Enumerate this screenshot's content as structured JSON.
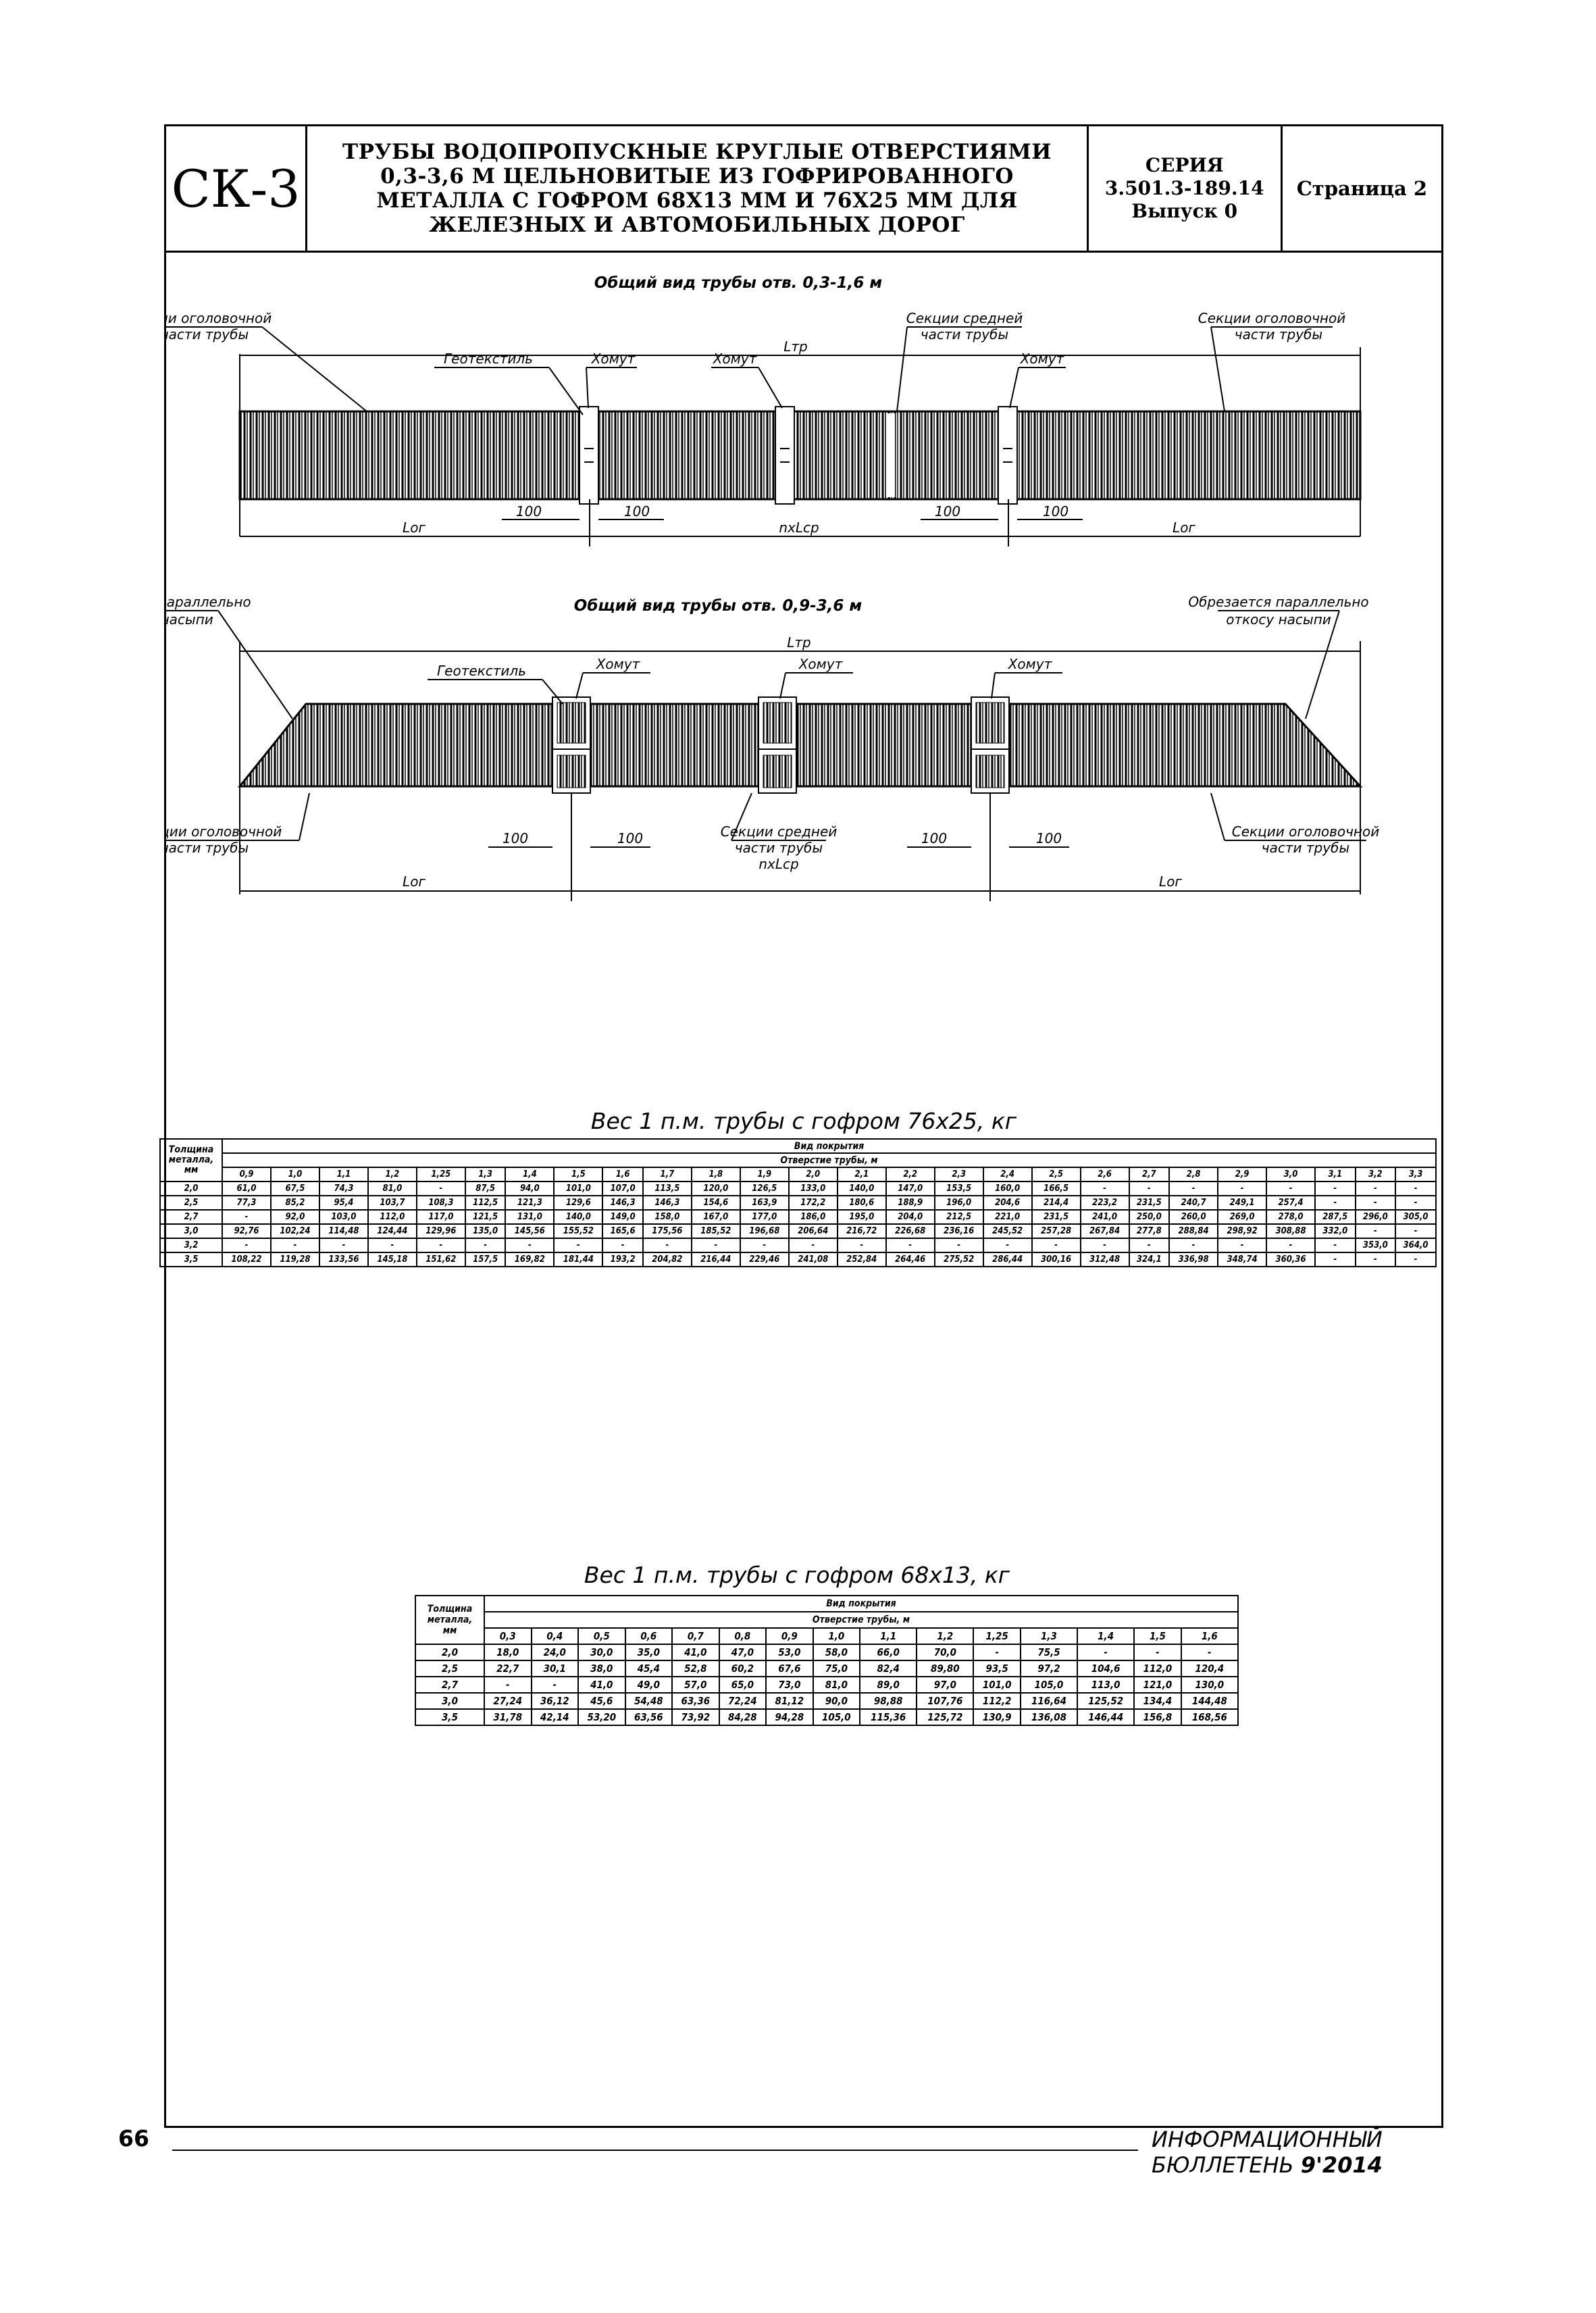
{
  "stamp": {
    "code": "СК-3",
    "title": "ТРУБЫ ВОДОПРОПУСКНЫЕ КРУГЛЫЕ ОТВЕРСТИЯМИ 0,3-3,6 М ЦЕЛЬНОВИТЫЕ ИЗ ГОФРИРОВАННОГО МЕТАЛЛА С ГОФРОМ 68Х13 ММ И 76Х25 ММ ДЛЯ ЖЕЛЕЗНЫХ И АВТОМОБИЛЬНЫХ ДОРОГ",
    "series_label": "СЕРИЯ",
    "series_number": "3.501.3-189.14",
    "issue": "Выпуск 0",
    "page": "Страница 2"
  },
  "view1": {
    "title": "Общий вид трубы отв. 0,3-1,6 м",
    "left_section": [
      "Секции оголовочной",
      "части трубы"
    ],
    "right_section": [
      "Секции оголовочной",
      "части трубы"
    ],
    "middle_section": [
      "Секции средней",
      "части трубы"
    ],
    "geotextile": "Геотекстиль",
    "clamp": "Хомут",
    "length_total": "Lтр",
    "length_end": "Lог",
    "length_mid": "nxLср",
    "gap": "100"
  },
  "view2": {
    "title": "Общий вид трубы отв. 0,9-3,6 м",
    "cut_note": [
      "Обрезается параллельно",
      "откосу насыпи"
    ],
    "left_section": [
      "Секции оголовочной",
      "части трубы"
    ],
    "right_section": [
      "Секции оголовочной",
      "части трубы"
    ],
    "middle_section": [
      "Секции средней",
      "части трубы"
    ],
    "geotextile": "Геотекстиль",
    "clamp": "Хомут",
    "length_total": "Lтр",
    "length_end": "Lог",
    "length_mid": "nxLср",
    "gap": "100"
  },
  "table76": {
    "title": "Вес 1 п.м. трубы с гофром 76х25, кг",
    "row_header": [
      "Толщина",
      "металла,",
      "мм"
    ],
    "coating": "Вид покрытия",
    "opening": "Отверстие трубы, м",
    "columns": [
      "0,9",
      "1,0",
      "1,1",
      "1,2",
      "1,25",
      "1,3",
      "1,4",
      "1,5",
      "1,6",
      "1,7",
      "1,8",
      "1,9",
      "2,0",
      "2,1",
      "2,2",
      "2,3",
      "2,4",
      "2,5",
      "2,6",
      "2,7",
      "2,8",
      "2,9",
      "3,0",
      "3,1",
      "3,2",
      "3,3"
    ],
    "rows": [
      {
        "t": "2,0",
        "v": [
          "61,0",
          "67,5",
          "74,3",
          "81,0",
          "-",
          "87,5",
          "94,0",
          "101,0",
          "107,0",
          "113,5",
          "120,0",
          "126,5",
          "133,0",
          "140,0",
          "147,0",
          "153,5",
          "160,0",
          "166,5",
          "-",
          "-",
          "-",
          "-",
          "-",
          "-",
          "-",
          "-"
        ]
      },
      {
        "t": "2,5",
        "v": [
          "77,3",
          "85,2",
          "95,4",
          "103,7",
          "108,3",
          "112,5",
          "121,3",
          "129,6",
          "146,3",
          "146,3",
          "154,6",
          "163,9",
          "172,2",
          "180,6",
          "188,9",
          "196,0",
          "204,6",
          "214,4",
          "223,2",
          "231,5",
          "240,7",
          "249,1",
          "257,4",
          "-",
          "-",
          "-"
        ]
      },
      {
        "t": "2,7",
        "v": [
          "-",
          "92,0",
          "103,0",
          "112,0",
          "117,0",
          "121,5",
          "131,0",
          "140,0",
          "149,0",
          "158,0",
          "167,0",
          "177,0",
          "186,0",
          "195,0",
          "204,0",
          "212,5",
          "221,0",
          "231,5",
          "241,0",
          "250,0",
          "260,0",
          "269,0",
          "278,0",
          "287,5",
          "296,0",
          "305,0"
        ]
      },
      {
        "t": "3,0",
        "v": [
          "92,76",
          "102,24",
          "114,48",
          "124,44",
          "129,96",
          "135,0",
          "145,56",
          "155,52",
          "165,6",
          "175,56",
          "185,52",
          "196,68",
          "206,64",
          "216,72",
          "226,68",
          "236,16",
          "245,52",
          "257,28",
          "267,84",
          "277,8",
          "288,84",
          "298,92",
          "308,88",
          "332,0",
          "-",
          "-"
        ]
      },
      {
        "t": "3,2",
        "v": [
          "-",
          "-",
          "-",
          "-",
          "-",
          "-",
          "-",
          "-",
          "-",
          "-",
          "-",
          "-",
          "-",
          "-",
          "-",
          "-",
          "-",
          "-",
          "-",
          "-",
          "-",
          "-",
          "-",
          "-",
          "353,0",
          "364,0"
        ]
      },
      {
        "t": "3,5",
        "v": [
          "108,22",
          "119,28",
          "133,56",
          "145,18",
          "151,62",
          "157,5",
          "169,82",
          "181,44",
          "193,2",
          "204,82",
          "216,44",
          "229,46",
          "241,08",
          "252,84",
          "264,46",
          "275,52",
          "286,44",
          "300,16",
          "312,48",
          "324,1",
          "336,98",
          "348,74",
          "360,36",
          "-",
          "-",
          "-"
        ]
      }
    ]
  },
  "table68": {
    "title": "Вес 1 п.м. трубы с гофром 68х13, кг",
    "row_header": [
      "Толщина",
      "металла,",
      "мм"
    ],
    "coating": "Вид покрытия",
    "opening": "Отверстие трубы, м",
    "columns": [
      "0,3",
      "0,4",
      "0,5",
      "0,6",
      "0,7",
      "0,8",
      "0,9",
      "1,0",
      "1,1",
      "1,2",
      "1,25",
      "1,3",
      "1,4",
      "1,5",
      "1,6"
    ],
    "rows": [
      {
        "t": "2,0",
        "v": [
          "18,0",
          "24,0",
          "30,0",
          "35,0",
          "41,0",
          "47,0",
          "53,0",
          "58,0",
          "66,0",
          "70,0",
          "-",
          "75,5",
          "-",
          "-",
          "-"
        ]
      },
      {
        "t": "2,5",
        "v": [
          "22,7",
          "30,1",
          "38,0",
          "45,4",
          "52,8",
          "60,2",
          "67,6",
          "75,0",
          "82,4",
          "89,80",
          "93,5",
          "97,2",
          "104,6",
          "112,0",
          "120,4"
        ]
      },
      {
        "t": "2,7",
        "v": [
          "-",
          "-",
          "41,0",
          "49,0",
          "57,0",
          "65,0",
          "73,0",
          "81,0",
          "89,0",
          "97,0",
          "101,0",
          "105,0",
          "113,0",
          "121,0",
          "130,0"
        ]
      },
      {
        "t": "3,0",
        "v": [
          "27,24",
          "36,12",
          "45,6",
          "54,48",
          "63,36",
          "72,24",
          "81,12",
          "90,0",
          "98,88",
          "107,76",
          "112,2",
          "116,64",
          "125,52",
          "134,4",
          "144,48"
        ]
      },
      {
        "t": "3,5",
        "v": [
          "31,78",
          "42,14",
          "53,20",
          "63,56",
          "73,92",
          "84,28",
          "94,28",
          "105,0",
          "115,36",
          "125,72",
          "130,9",
          "136,08",
          "146,44",
          "156,8",
          "168,56"
        ]
      }
    ]
  },
  "footer": {
    "page_number": "66",
    "bulletin": "ИНФОРМАЦИОННЫЙ БЮЛЛЕТЕНЬ",
    "year": "9'2014"
  }
}
